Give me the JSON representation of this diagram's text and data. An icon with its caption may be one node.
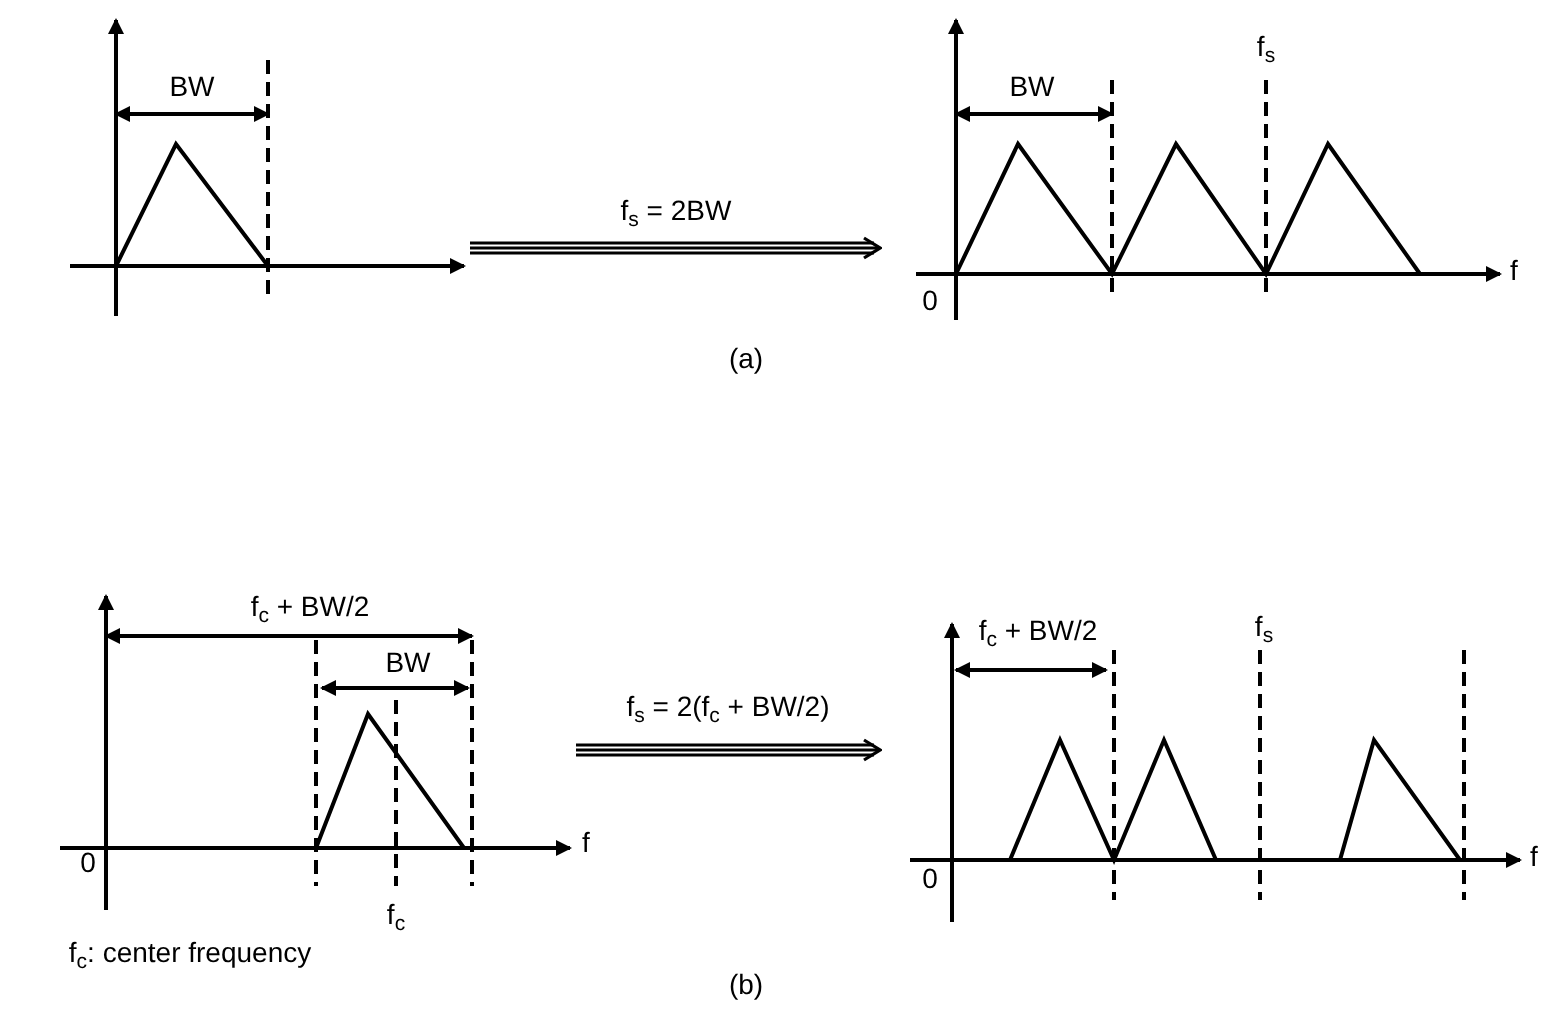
{
  "diagram": {
    "nodes": [
      {
        "text": [],
        "shape": "picture"
      },
      {
        "text": [],
        "shape": "picture"
      },
      {
        "text": [],
        "shape": "picture"
      },
      {
        "text": [],
        "shape": "picture"
      }
    ],
    "edges": [
      {
        "from": 0,
        "to": 1,
        "arrow": "to",
        "label": "f$_{s}$ = 2BW"
      },
      {
        "from": 2,
        "to": 3,
        "arrow": "to",
        "label": "f$_{s}$ = 2(f$_{c}$ + BW/2)"
      }
    ],
    "labels": [
      "BW",
      "BW",
      "f$_{s}$",
      "0",
      "f",
      "(a)",
      "f$_{c}$ + BW/2",
      "BW",
      "0",
      "f",
      "f$_{c}$",
      "f$_{c}$: center frequency",
      "f$_{c}$ + BW/2",
      "f$_{s}$",
      "0",
      "f",
      "(b)"
    ]
  }
}
